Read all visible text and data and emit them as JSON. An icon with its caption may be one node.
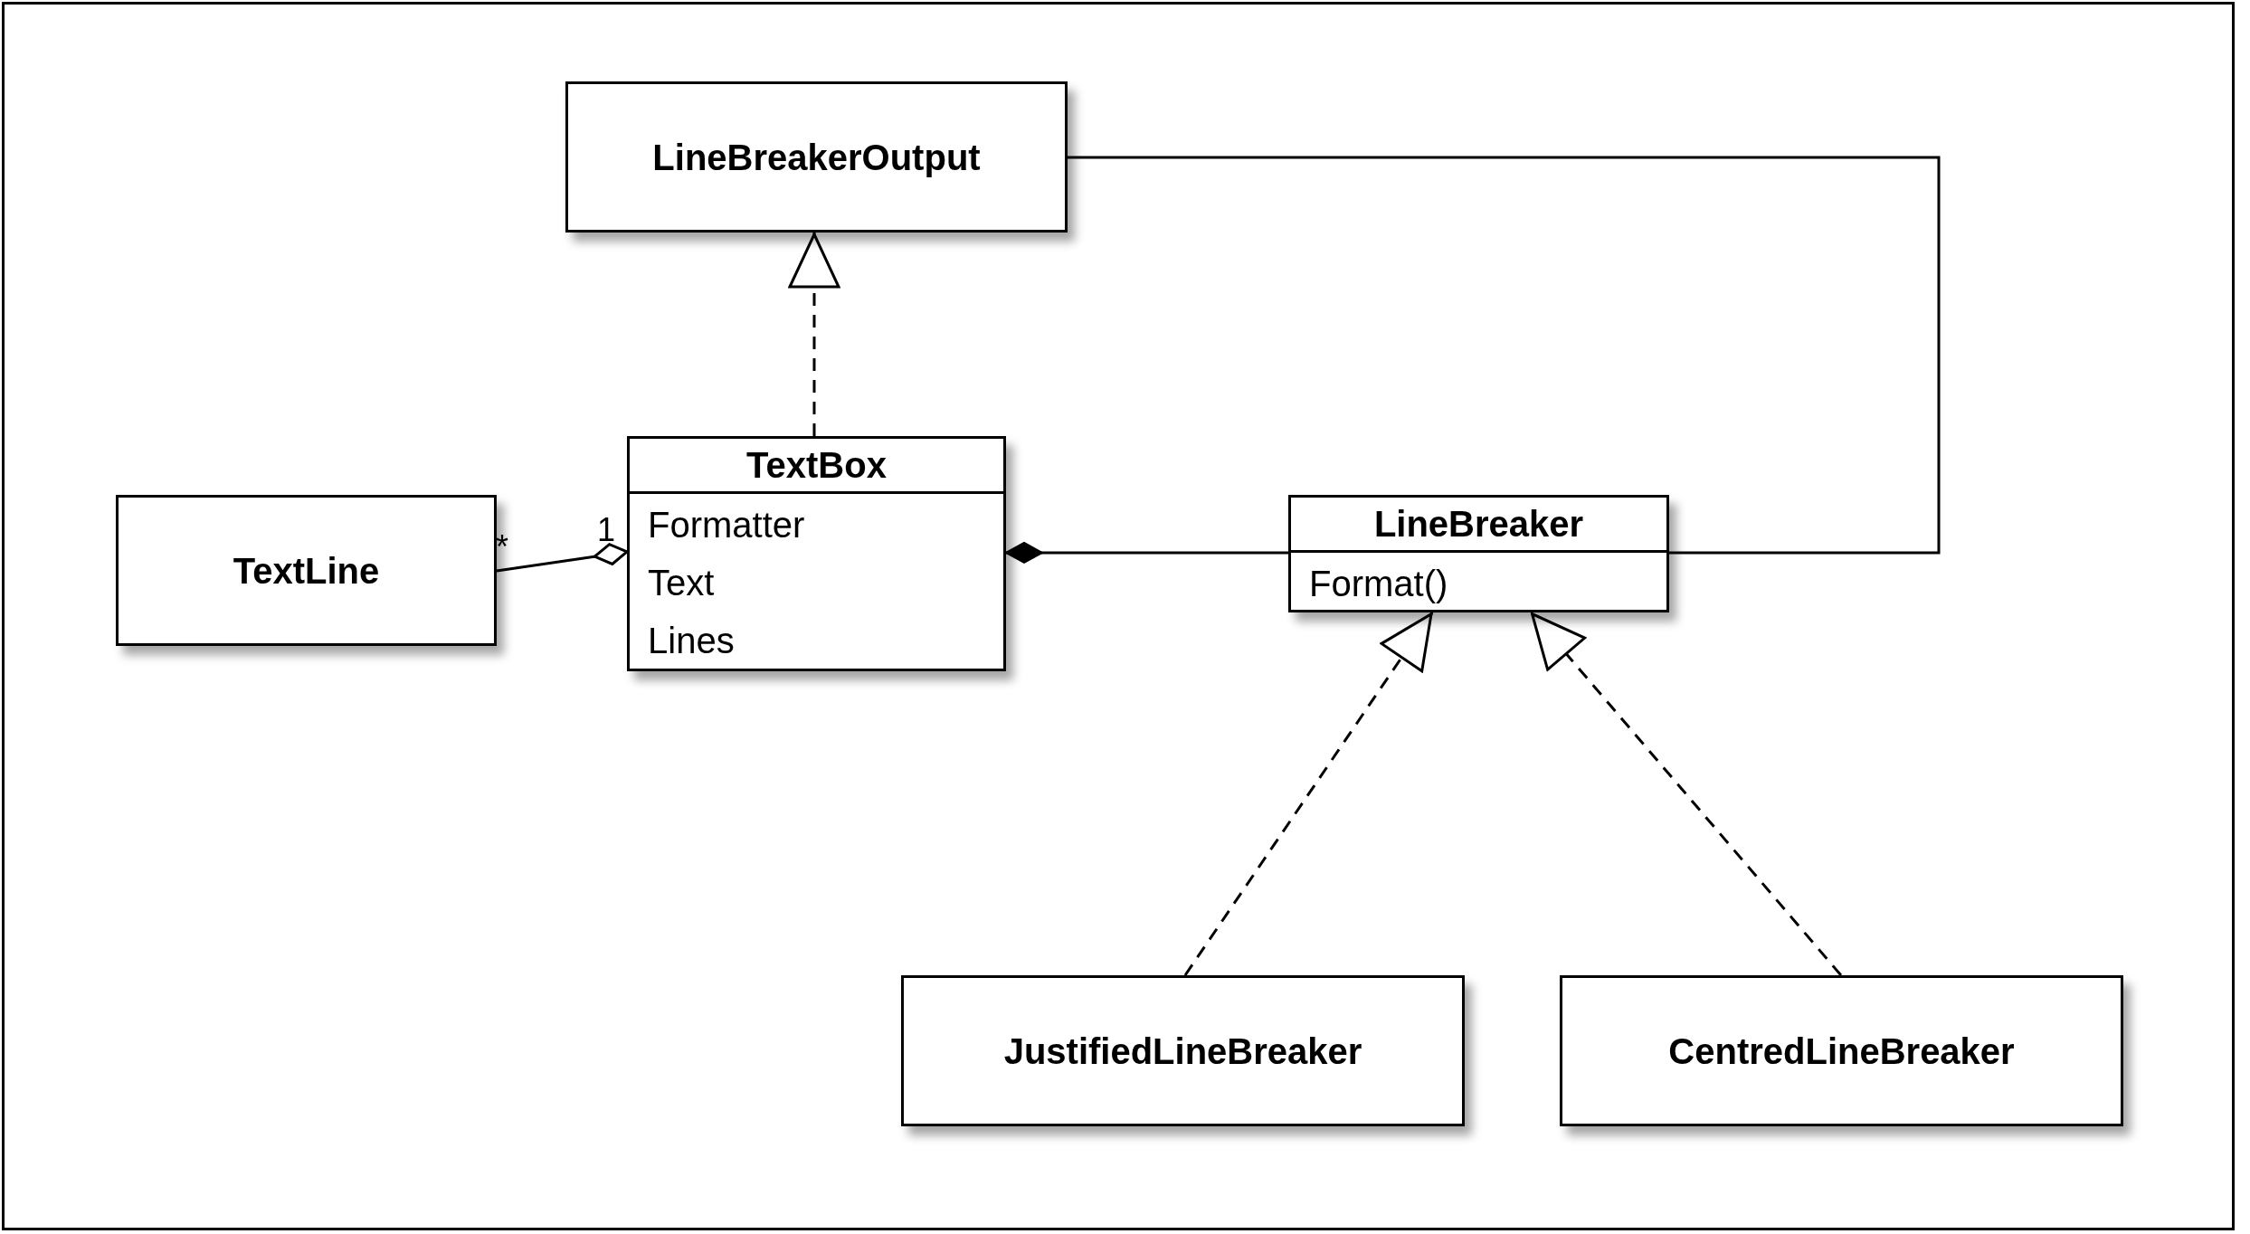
{
  "diagram": {
    "nodes": [
      {
        "text": [
          "LineBreakerOutput"
        ]
      },
      {
        "text": [
          "TextLine"
        ]
      },
      {
        "text": [
          "TextBox",
          "Formatter",
          "Text",
          "Lines"
        ]
      },
      {
        "text": [
          "LineBreaker",
          "Format()"
        ]
      },
      {
        "text": [
          "JustifiedLineBreaker"
        ]
      },
      {
        "text": [
          "CentredLineBreaker"
        ]
      }
    ],
    "edges": [
      {
        "from": 2,
        "to": 0,
        "arrow": "to",
        "style": "dashed"
      },
      {
        "from": 2,
        "to": 1,
        "arrow": "other"
      },
      {
        "from": 2,
        "to": 3,
        "arrow": "other"
      },
      {
        "from": 3,
        "to": 0,
        "arrow": "none"
      },
      {
        "from": 4,
        "to": 3,
        "arrow": "to",
        "style": "dashed"
      },
      {
        "from": 5,
        "to": 3,
        "arrow": "to",
        "style": "dashed"
      }
    ],
    "labels": [
      "*",
      "1"
    ]
  }
}
